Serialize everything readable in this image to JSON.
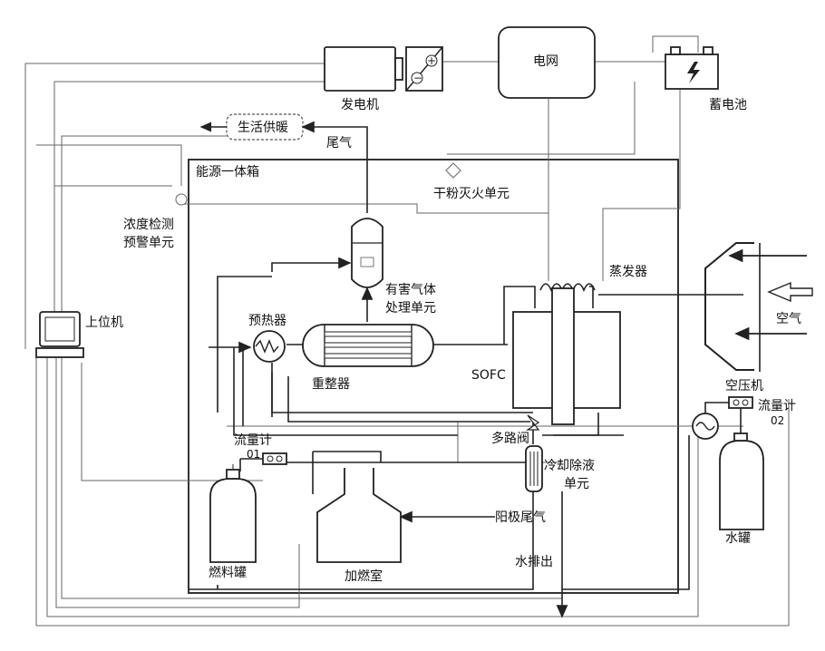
{
  "labels": {
    "generator": "发电机",
    "grid": "电网",
    "battery": "蓄电池",
    "heating": "生活供暖",
    "exhaust": "尾气",
    "energy_box": "能源一体箱",
    "fire_unit": "干粉灭火单元",
    "gas_detect_1": "浓度检测",
    "gas_detect_2": "预警单元",
    "host": "上位机",
    "preheater": "预热器",
    "harmful_gas_1": "有害气体",
    "harmful_gas_2": "处理单元",
    "evaporator": "蒸发器",
    "reformer": "重整器",
    "sofc": "SOFC",
    "compressor": "空压机",
    "air": "空气",
    "multi_valve": "多路阀",
    "flowmeter1_1": "流量计",
    "flowmeter1_2": "01",
    "flowmeter2_1": "流量计",
    "flowmeter2_2": "02",
    "cooler_1": "冷却除液",
    "cooler_2": "单元",
    "fuel_tank": "燃料罐",
    "anode_exhaust": "阳极尾气",
    "combustor": "加燃室",
    "water_out": "水排出",
    "water_tank": "水罐"
  }
}
